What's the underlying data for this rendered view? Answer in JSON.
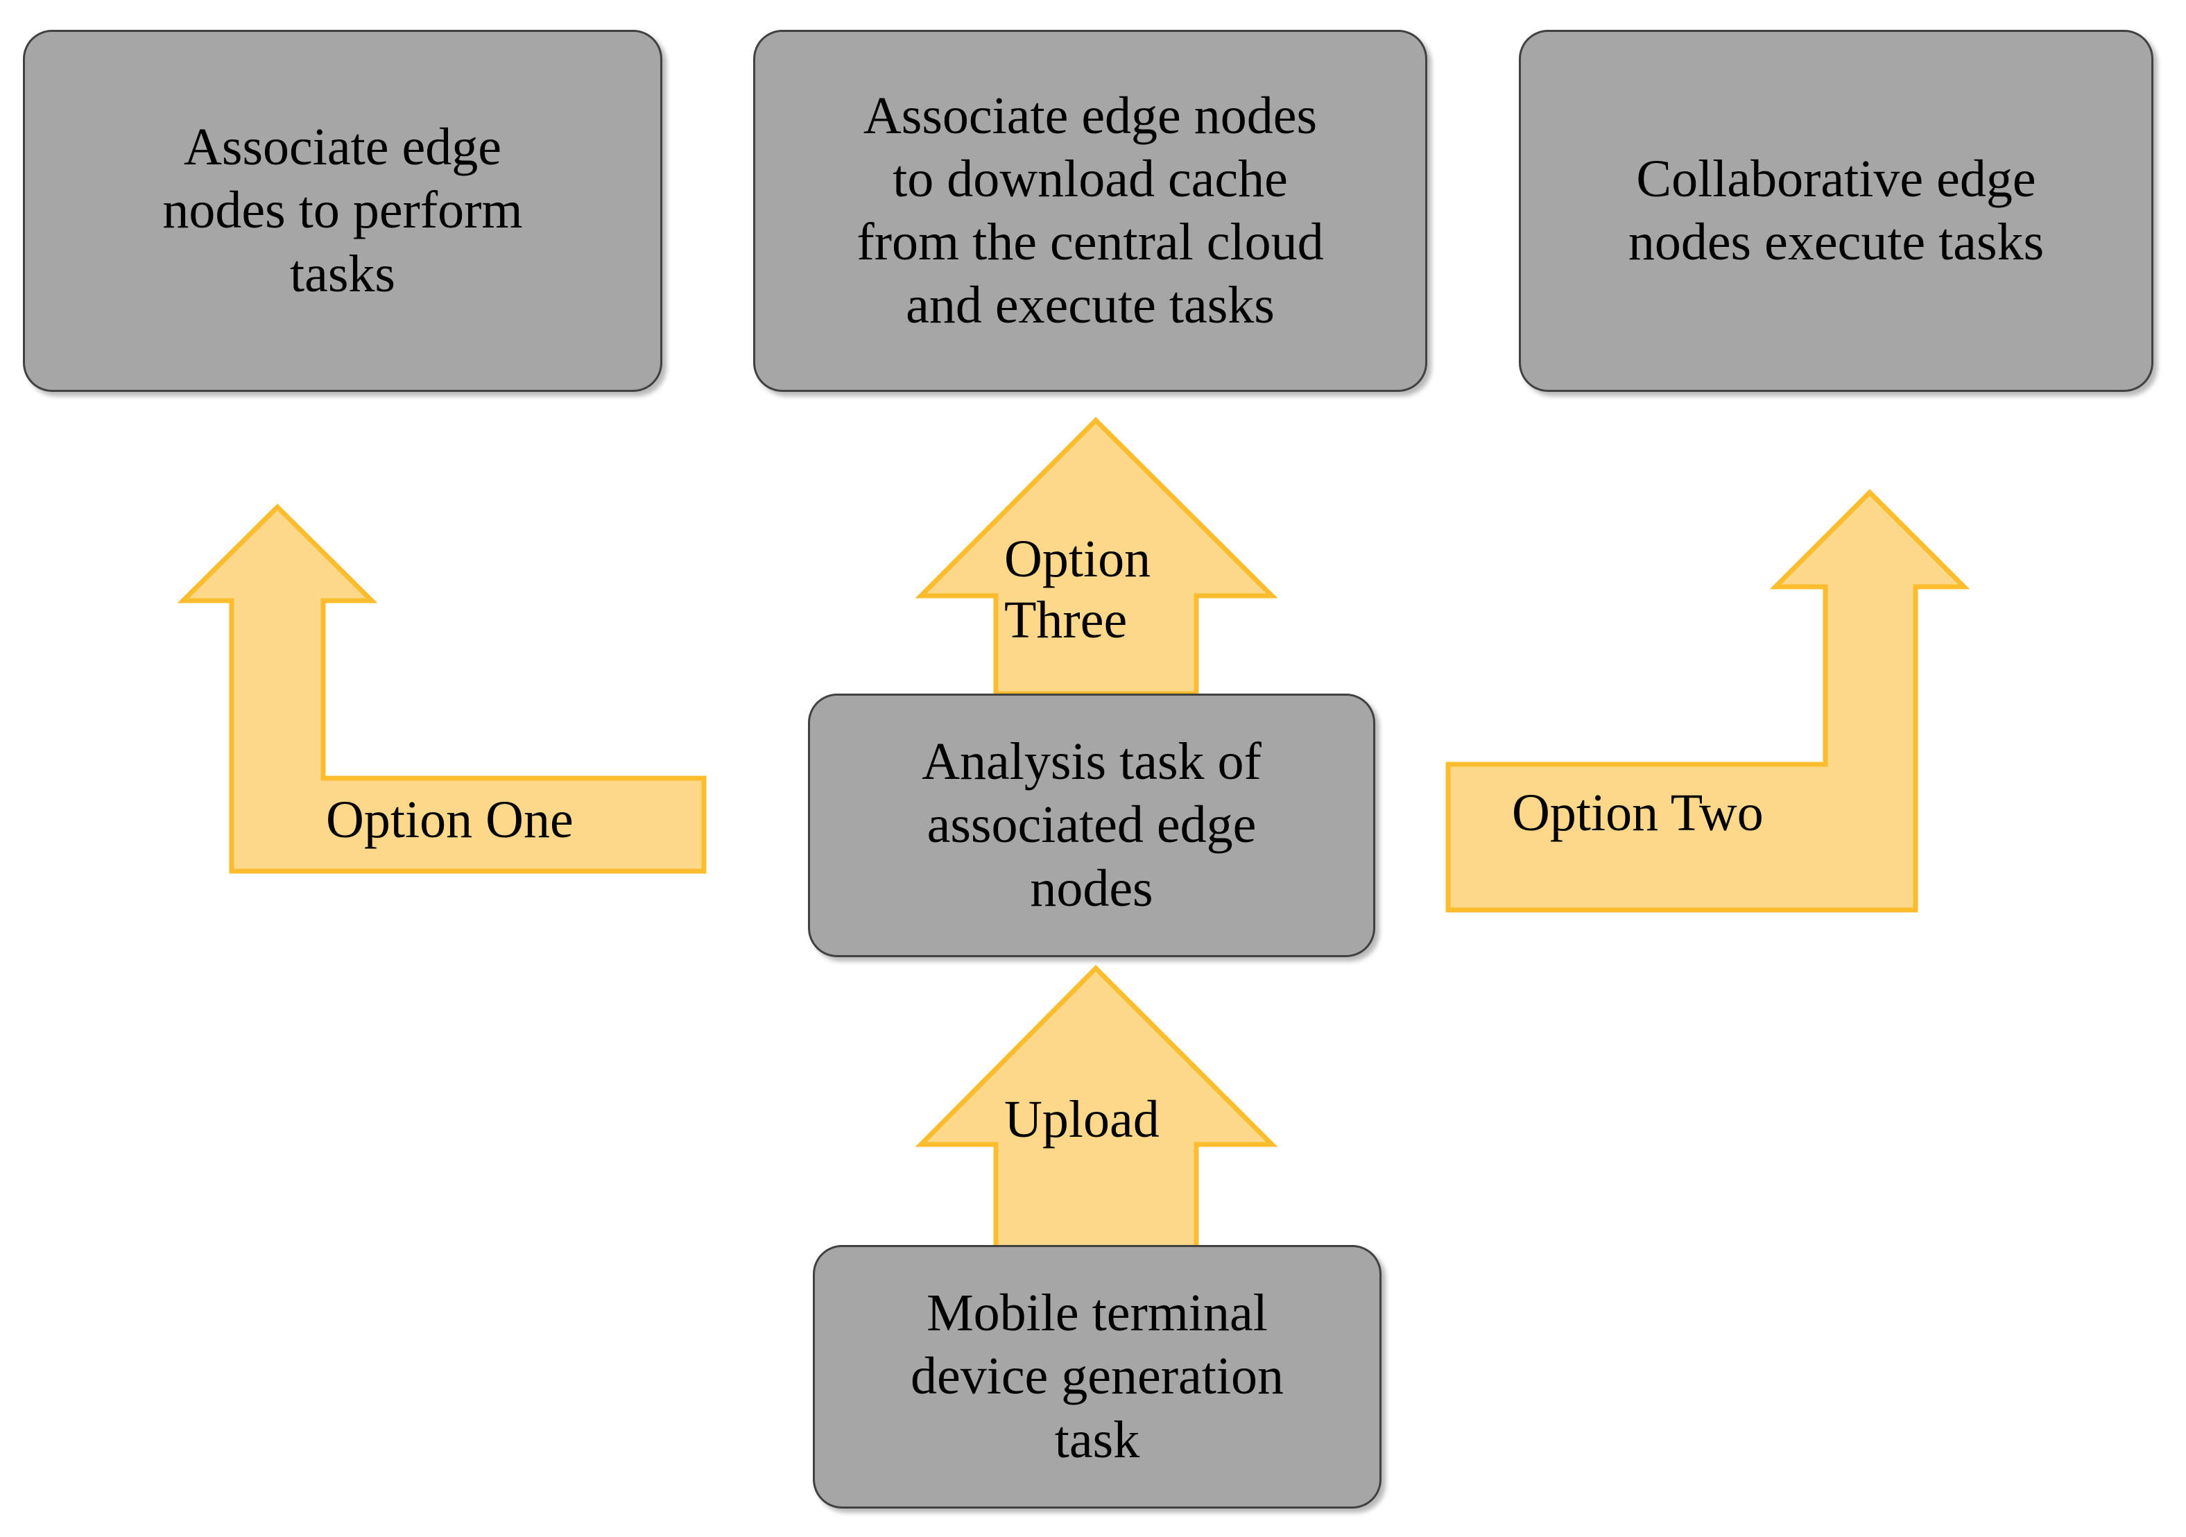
{
  "diagram": {
    "title": "Edge computing task offloading options flow diagram",
    "background_color": "#ffffff",
    "node_fill": "#a6a6a6",
    "node_stroke": "#414141",
    "arrow_fill": "#fdd88a",
    "arrow_stroke": "#fbbc2e",
    "text_color": "#000000"
  },
  "nodes": [
    {
      "id": "option-one-outcome",
      "label": "Associate edge\nnodes to perform\ntasks"
    },
    {
      "id": "option-three-outcome",
      "label": "Associate edge nodes\nto download cache\nfrom the central cloud\nand execute tasks"
    },
    {
      "id": "option-two-outcome",
      "label": "Collaborative edge\nnodes execute tasks"
    },
    {
      "id": "analysis-task",
      "label": "Analysis task of\nassociated edge\nnodes"
    },
    {
      "id": "mobile-terminal-task",
      "label": "Mobile terminal\ndevice generation\ntask"
    }
  ],
  "arrows": [
    {
      "id": "arrow-option-one",
      "label": "Option One",
      "shape": "elbow-up-left"
    },
    {
      "id": "arrow-option-three",
      "label": "Option\nThree",
      "shape": "straight-up"
    },
    {
      "id": "arrow-option-two",
      "label": "Option Two",
      "shape": "elbow-up-right"
    },
    {
      "id": "arrow-upload",
      "label": "Upload",
      "shape": "straight-up"
    }
  ]
}
